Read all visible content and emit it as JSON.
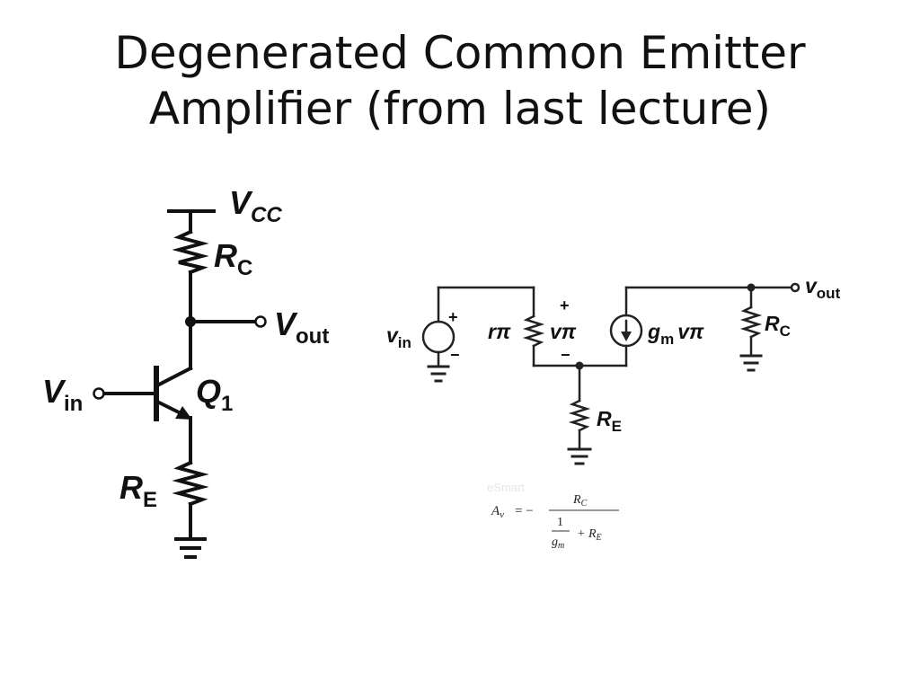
{
  "slide": {
    "title_line1": "Degenerated Common Emitter",
    "title_line2": "Amplifier (from last lecture)"
  },
  "left_circuit": {
    "vcc": {
      "main": "V",
      "sub": "CC"
    },
    "rc": {
      "main": "R",
      "sub": "C"
    },
    "vout": {
      "main": "V",
      "sub": "out"
    },
    "vin": {
      "main": "V",
      "sub": "in"
    },
    "q": {
      "main": "Q",
      "sub": "1"
    },
    "re": {
      "main": "R",
      "sub": "E"
    }
  },
  "small_signal_circuit": {
    "vin": {
      "main": "v",
      "sub": "in"
    },
    "plus": "+",
    "minus": "−",
    "rpi": "rπ",
    "vpi": "vπ",
    "gm": {
      "main": "g",
      "sub": "m",
      "tail": "vπ"
    },
    "rc": {
      "main": "R",
      "sub": "C"
    },
    "vout": {
      "main": "v",
      "sub": "out"
    },
    "re": {
      "main": "R",
      "sub": "E"
    }
  },
  "formula": {
    "lhs": "A",
    "lhs_sub": "v",
    "equals": "= −",
    "numerator": "R",
    "numerator_sub": "C",
    "one": "1",
    "gm": "g",
    "gm_sub": "m",
    "plus_re": "+ R",
    "re_sub": "E",
    "watermark": "eSmart"
  },
  "colors": {
    "ink": "#111111",
    "background": "#ffffff"
  }
}
